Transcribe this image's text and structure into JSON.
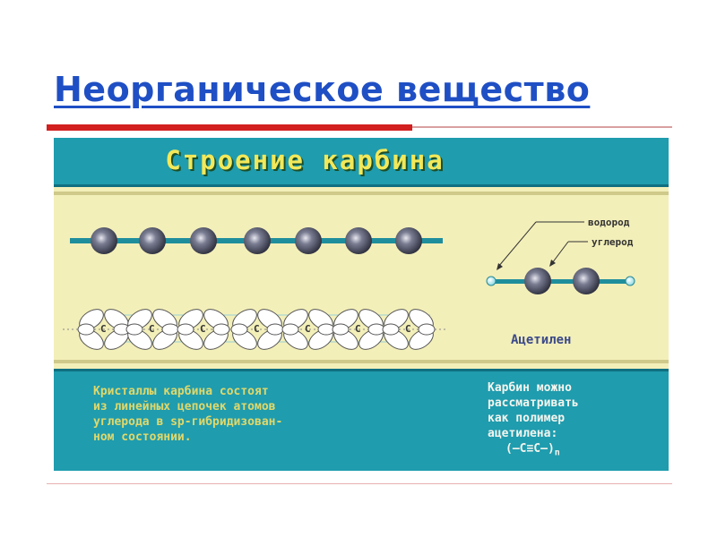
{
  "slide": {
    "title": "Неорганическое вещество"
  },
  "poster": {
    "heading": "Строение карбина",
    "labels": {
      "hydrogen": "водород",
      "carbon": "углерод",
      "acetylene": "Ацетилен"
    },
    "orbital_letter": "C",
    "description_lines": [
      "Кристаллы карбина состоят",
      "из линейных цепочек атомов",
      "углерода в sp-гибридизован-",
      "ном состоянии."
    ],
    "polymer_lines": [
      "Карбин можно",
      "рассматривать",
      "как полимер",
      "ацетилена:"
    ],
    "formula": "(–C≡C–)",
    "formula_sub": "n",
    "colors": {
      "teal": "#1f9cae",
      "cream": "#f3efb9",
      "heading": "#f2e85a",
      "title": "#1f4fc4",
      "red_rule": "#d21f1f"
    }
  }
}
